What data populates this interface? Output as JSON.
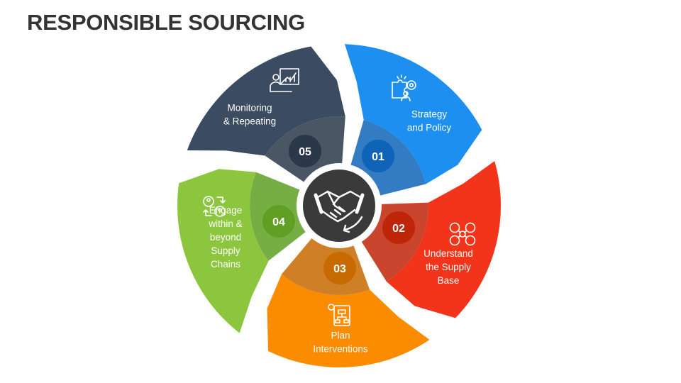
{
  "title": "RESPONSIBLE SOURCING",
  "center_icon": "handshake-icon",
  "steps": [
    {
      "number": "01",
      "label_lines": [
        "Strategy",
        "and Policy"
      ],
      "icon": "puzzle-gear-icon",
      "color": "#1c8ff0",
      "dark": "#0f64b8"
    },
    {
      "number": "02",
      "label_lines": [
        "Understand",
        "the Supply",
        "Base"
      ],
      "icon": "supply-network-icon",
      "color": "#f2341a",
      "dark": "#bf2509"
    },
    {
      "number": "03",
      "label_lines": [
        "Plan",
        "Interventions"
      ],
      "icon": "planning-board-icon",
      "color": "#fb8c00",
      "dark": "#c76a00"
    },
    {
      "number": "04",
      "label_lines": [
        "Engage",
        "within &",
        "beyond",
        "Supply",
        "Chains"
      ],
      "icon": "engage-people-icon",
      "color": "#8cc63f",
      "dark": "#5f9f24"
    },
    {
      "number": "05",
      "label_lines": [
        "Monitoring",
        "& Repeating"
      ],
      "icon": "monitoring-chart-icon",
      "color": "#3b4b62",
      "dark": "#2b384a"
    }
  ]
}
